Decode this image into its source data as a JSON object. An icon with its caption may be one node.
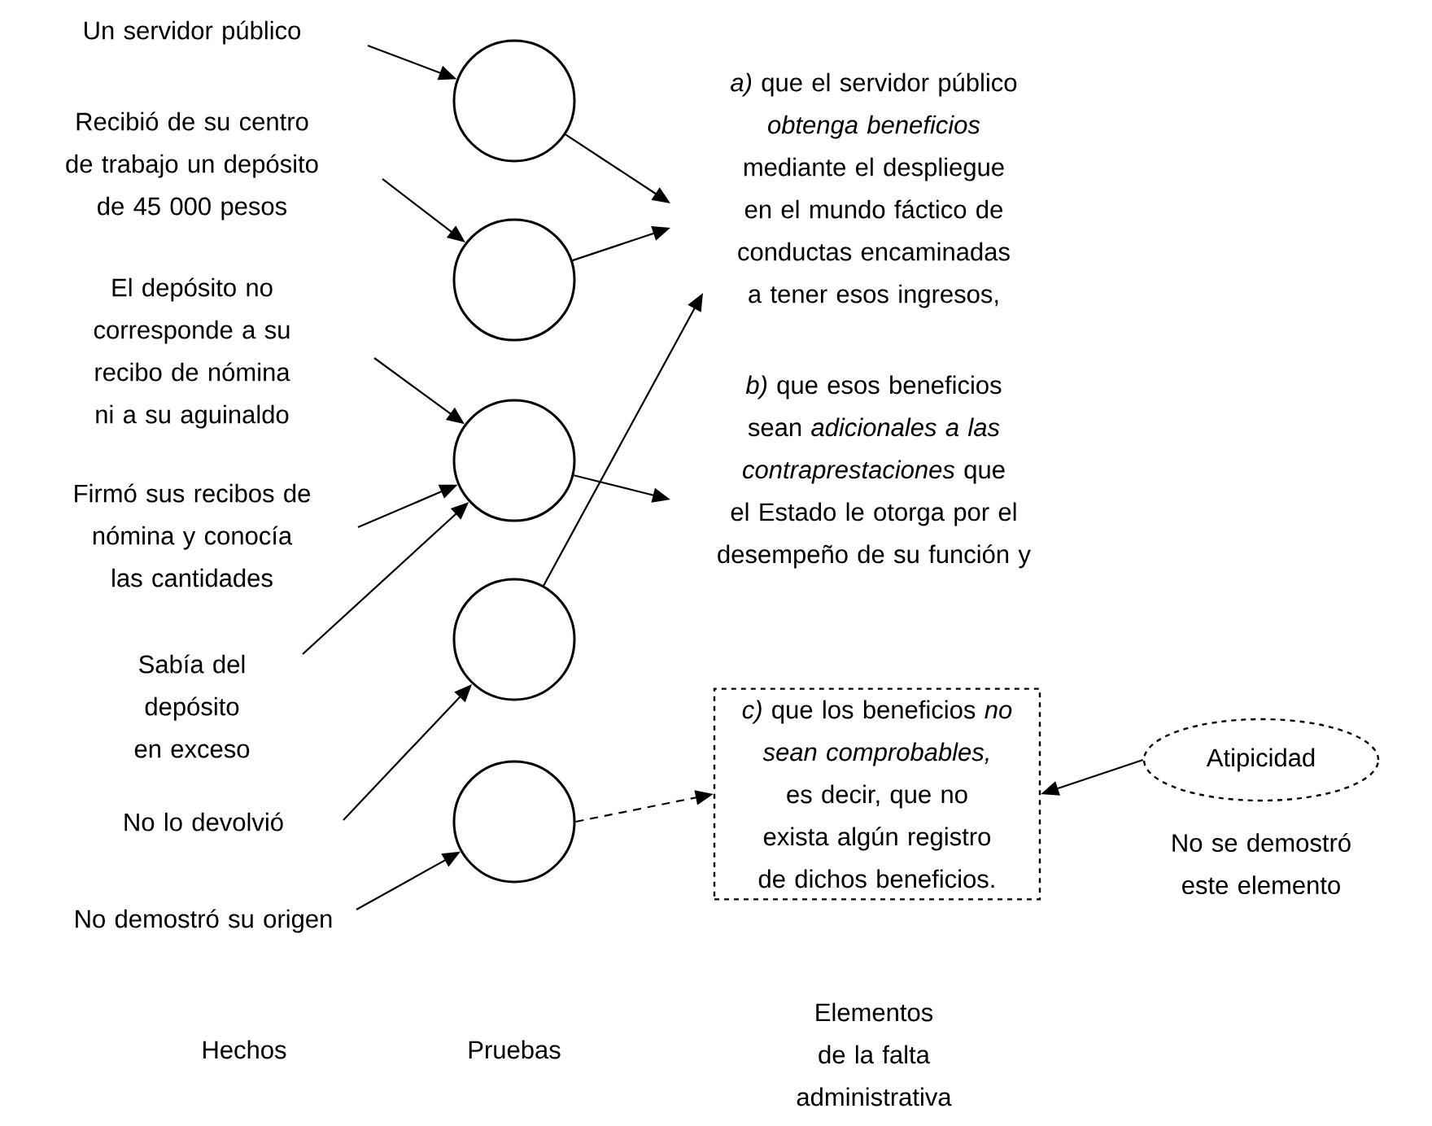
{
  "diagram": {
    "nodes": [
      {
        "text": [
          "Un servidor público"
        ]
      },
      {
        "text": [
          "Recibió de su centro de trabajo un depósito de 45 000 pesos"
        ]
      },
      {
        "text": [
          "El depósito no corresponde a su recibo de nómina ni a su aguinaldo"
        ]
      },
      {
        "text": [
          "Firmó sus recibos de nómina y conocía las cantidades"
        ]
      },
      {
        "text": [
          "Sabía del depósito en exceso"
        ]
      },
      {
        "text": [
          "No lo devolvió"
        ]
      },
      {
        "text": [
          "No demostró su origen"
        ]
      },
      {
        "text": [],
        "shape": "circle"
      },
      {
        "text": [],
        "shape": "circle"
      },
      {
        "text": [],
        "shape": "circle"
      },
      {
        "text": [],
        "shape": "circle"
      },
      {
        "text": [],
        "shape": "circle"
      },
      {
        "text": [
          "*a)* que el servidor público *obtenga beneficios* mediante el despliegue en el mundo fáctico de conductas encaminadas a tener esos ingresos,"
        ]
      },
      {
        "text": [
          "*b)* que esos beneficios sean *adicionales a las contraprestaciones* que el Estado le otorga por el desempeño de su función y"
        ]
      },
      {
        "text": [
          "*c)* que los beneficios *no sean comprobables,* es decir, que no exista algún registro de dichos beneficios."
        ]
      },
      {
        "text": [
          "Atipicidad"
        ],
        "beside": [
          "No se demostró este elemento"
        ]
      }
    ],
    "edges": [
      {
        "from": 0,
        "to": 7,
        "arrow": "to"
      },
      {
        "from": 1,
        "to": 8,
        "arrow": "to"
      },
      {
        "from": 2,
        "to": 9,
        "arrow": "to"
      },
      {
        "from": 3,
        "to": 9,
        "arrow": "to"
      },
      {
        "from": 4,
        "to": 9,
        "arrow": "to"
      },
      {
        "from": 5,
        "to": 10,
        "arrow": "to"
      },
      {
        "from": 6,
        "to": 11,
        "arrow": "to"
      },
      {
        "from": 7,
        "to": 12,
        "arrow": "to"
      },
      {
        "from": 8,
        "to": 12,
        "arrow": "to"
      },
      {
        "from": 10,
        "to": 12,
        "arrow": "to"
      },
      {
        "from": 9,
        "to": 13,
        "arrow": "to"
      },
      {
        "from": 11,
        "to": 14,
        "arrow": "to",
        "style": "dashed"
      },
      {
        "from": 15,
        "to": 14,
        "arrow": "to"
      }
    ],
    "labels": [
      "Hechos",
      "Pruebas",
      "Elementos de la falta administrativa"
    ]
  }
}
